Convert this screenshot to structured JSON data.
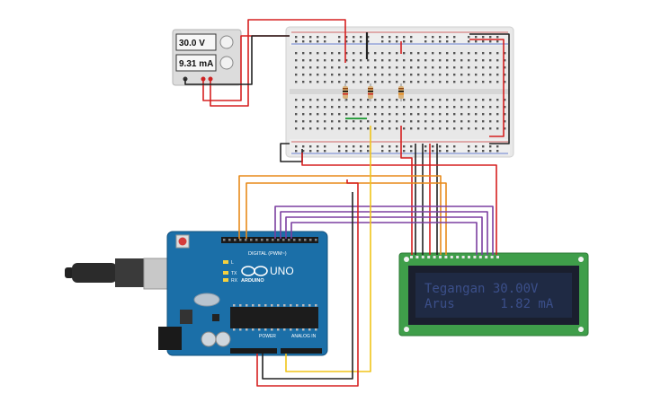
{
  "power_supply": {
    "voltage_display": "30.0 V",
    "current_display": "9.31 mA"
  },
  "arduino": {
    "brand": "ARDUINO",
    "model": "UNO",
    "digital_label": "DIGITAL (PWM~)",
    "power_label": "POWER",
    "analog_label": "ANALOG IN",
    "led_l": "L",
    "led_tx": "TX",
    "led_rx": "RX"
  },
  "lcd": {
    "line1": "Tegangan 30.00V",
    "line2": "Arus      1.82 mA"
  },
  "colors": {
    "wire_red": "#d62020",
    "wire_black": "#222222",
    "wire_orange": "#e88a1a",
    "wire_yellow": "#f0c419",
    "wire_purple": "#7b3fa0",
    "wire_green": "#2ea043",
    "arduino_board": "#1b6fa8",
    "lcd_pcb": "#3f9e4a",
    "lcd_screen": "#1f2a44",
    "lcd_text": "#3b4f8a"
  }
}
